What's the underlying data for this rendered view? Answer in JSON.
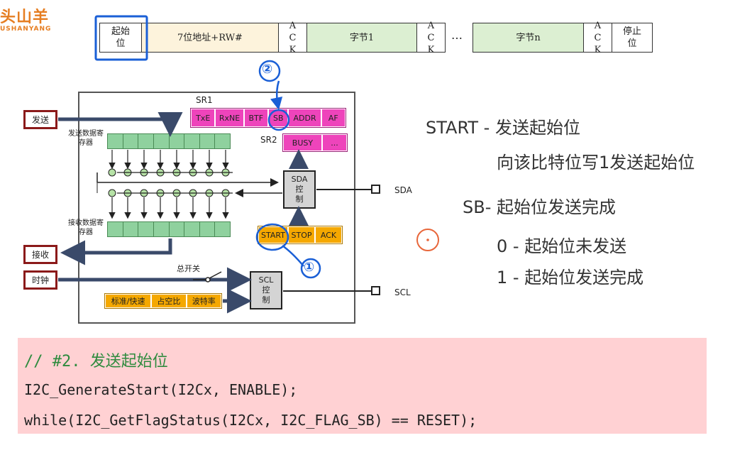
{
  "logo": {
    "line1": "头山羊",
    "line2": "USHANYANG"
  },
  "frame": {
    "start": "起始位",
    "addr": "7位地址+RW#",
    "ack1": "ACK",
    "byte1": "字节1",
    "ack2": "ACK",
    "dots": "…",
    "byten": "字节n",
    "ack3": "ACK",
    "stop": "停止位"
  },
  "diagram": {
    "sr1_label": "SR1",
    "sr1_bits": [
      "TxE",
      "RxNE",
      "BTF",
      "SB",
      "ADDR",
      "AF"
    ],
    "sr2_label": "SR2",
    "sr2_bits": [
      "BUSY",
      "..."
    ],
    "send_btn": "发送",
    "send_reg_label": "发送数据寄存器",
    "recv_reg_label": "接收数据寄存器",
    "recv_btn": "接收",
    "clock_btn": "时钟",
    "switch_label": "总开关",
    "sda_ctrl": [
      "SDA",
      "控",
      "制"
    ],
    "scl_ctrl": [
      "SCL",
      "控",
      "制"
    ],
    "sda_pin": "SDA",
    "scl_pin": "SCL",
    "cr_bits": [
      "START",
      "STOP",
      "ACK"
    ],
    "ccr_bits": [
      "标准/快速",
      "占空比",
      "波特率"
    ],
    "annot1": "①",
    "annot2": "②"
  },
  "notes": {
    "line1": "START - 发送起始位",
    "line2": "向该比特位写1发送起始位",
    "line3": "SB- 起始位发送完成",
    "line4": "0 - 起始位未发送",
    "line5": "1 - 起始位发送完成"
  },
  "code": {
    "comment": "// #2. 发送起始位",
    "line1": "I2C_GenerateStart(I2Cx, ENABLE);",
    "line2": "while(I2C_GetFlagStatus(I2Cx, I2C_FLAG_SB) == RESET);"
  },
  "colors": {
    "pink": "#ee44bb",
    "orange": "#f5a800",
    "green": "#8fd19e",
    "codebg": "#ffd1d3",
    "annot": "#1a5fd6"
  }
}
